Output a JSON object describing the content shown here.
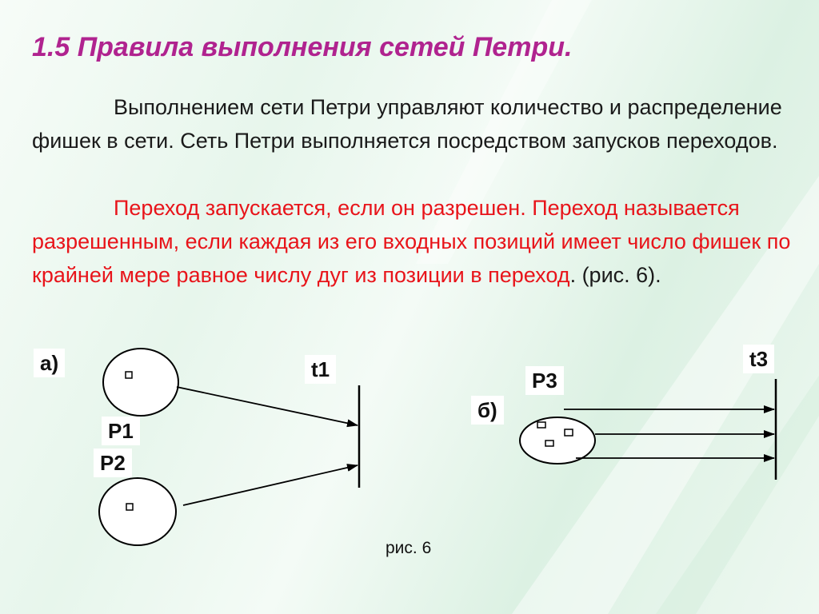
{
  "slide": {
    "title": "1.5 Правила выполнения сетей Петри.",
    "paragraph1": "Выполнением сети Петри управляют количество и распределение фишек в сети. Сеть Петри выполняется посредством запусков переходов.",
    "paragraph2_red": "Переход запускается, если он разрешен. Переход называется разрешенным, если каждая из его входных позиций имеет число фишек по крайней мере равное числу дуг из позиции в переход",
    "paragraph2_tail": ". (рис. 6).",
    "caption": "рис. 6"
  },
  "figure": {
    "label_a": "а)",
    "label_b": "б)",
    "place_p1": "P1",
    "place_p2": "P2",
    "place_p3": "P3",
    "transition_t1": "t1",
    "transition_t3": "t3",
    "tokens": {
      "P1": 1,
      "P2": 1,
      "P3": 3
    },
    "arcs_p3_to_t3": 3
  },
  "colors": {
    "title": "#b0238f",
    "highlight_text": "#e8141a",
    "body_text": "#1a1a1a"
  }
}
